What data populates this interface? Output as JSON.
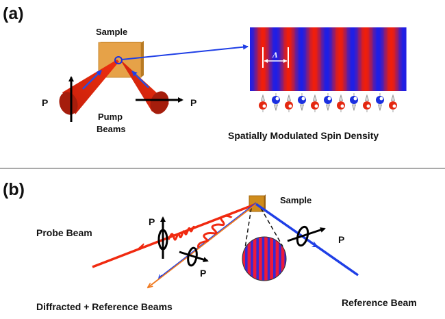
{
  "panel_a": {
    "label": "(a)",
    "sample_label": "Sample",
    "pump_label_line1": "Pump",
    "pump_label_line2": "Beams",
    "polarization_left": "P",
    "polarization_right": "P",
    "period_symbol": "Λ",
    "caption": "Spatially Modulated Spin Density",
    "grating_stripe_count": 6,
    "spin_sequence": [
      "up-red",
      "down-blue",
      "up-red",
      "down-blue",
      "up-red",
      "down-blue",
      "up-red",
      "down-blue",
      "up-red",
      "down-blue",
      "up-red"
    ]
  },
  "panel_b": {
    "label": "(b)",
    "sample_label": "Sample",
    "probe_label": "Probe Beam",
    "diffracted_label": "Diffracted + Reference Beams",
    "reference_label": "Reference Beam",
    "polarization_probe": "P",
    "polarization_diffracted": "P",
    "polarization_reference": "P"
  },
  "colors": {
    "pump_red": "#e8230a",
    "pump_dark": "#a51d0c",
    "spin_blue": "#1a2fe0",
    "sample_orange": "#e6a248",
    "sample_dark": "#b87a22",
    "probe_red": "#f02a10",
    "reference_blue": "#1f3fe6",
    "diffracted_orange": "#f07a20",
    "grating_red": "#ee1a3a",
    "grating_blue": "#3a2ad0"
  }
}
